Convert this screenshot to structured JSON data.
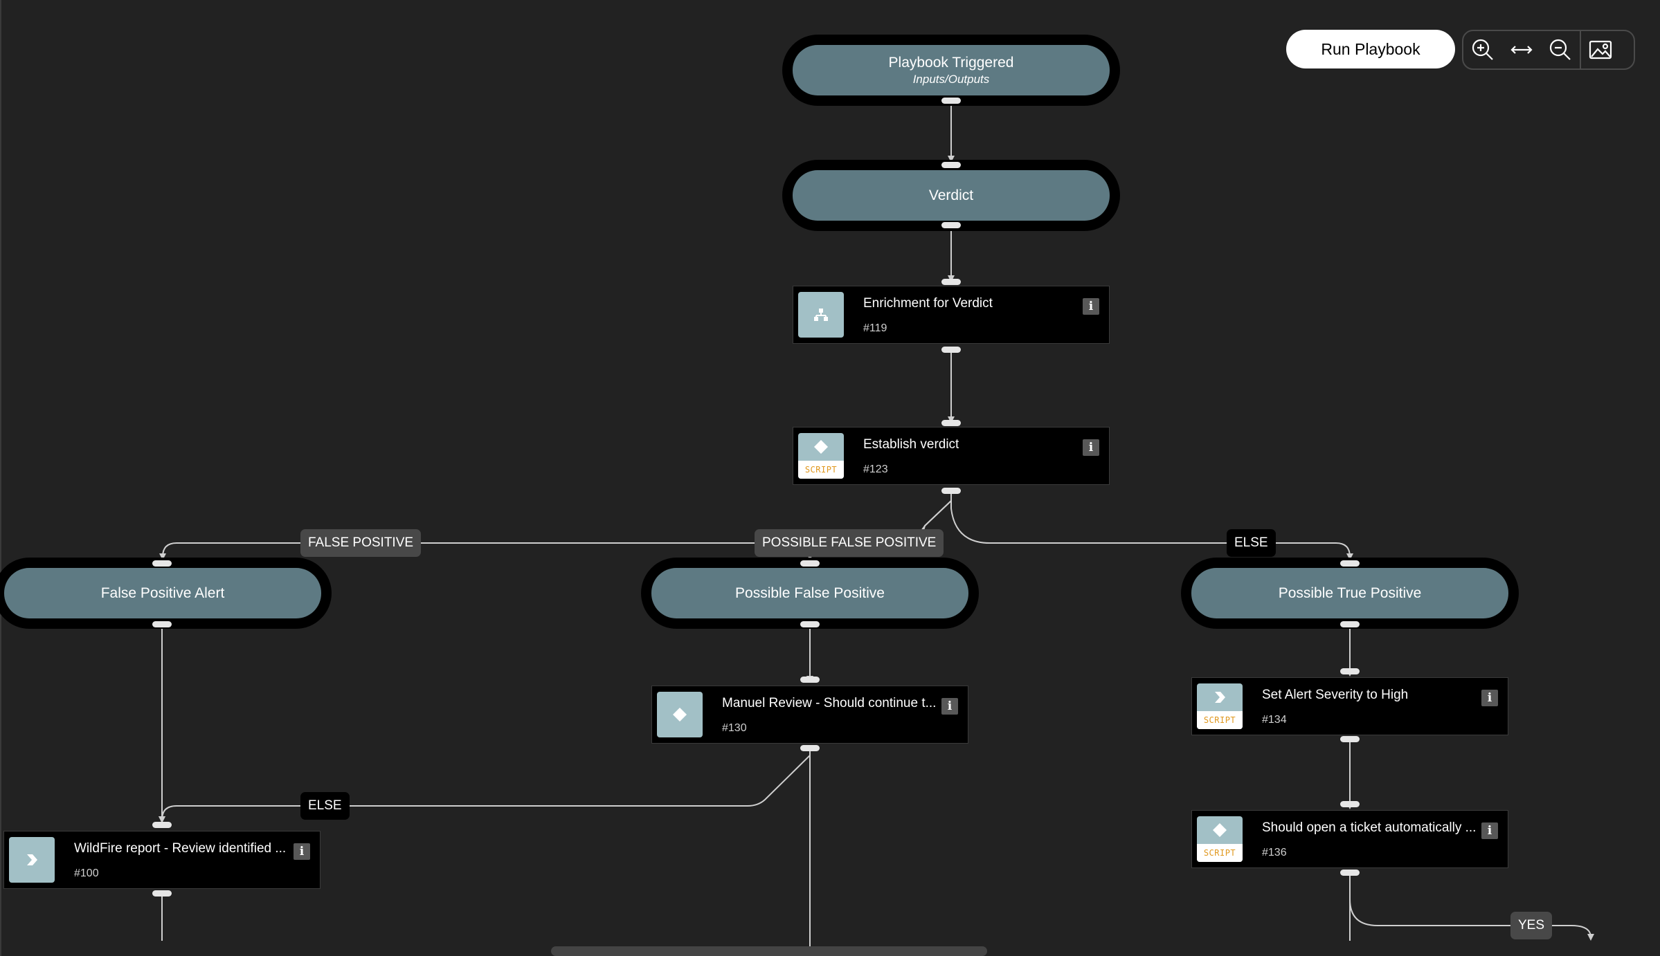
{
  "toolbar": {
    "run_label": "Run Playbook",
    "tools": [
      "zoom-in-icon",
      "fit-width-icon",
      "zoom-out-icon",
      "export-image-icon"
    ]
  },
  "sections": {
    "triggered": {
      "title": "Playbook Triggered",
      "subtitle": "Inputs/Outputs"
    },
    "verdict": {
      "title": "Verdict"
    },
    "false_positive_alert": {
      "title": "False Positive Alert"
    },
    "possible_false_positive": {
      "title": "Possible False Positive"
    },
    "possible_true_positive": {
      "title": "Possible True Positive"
    }
  },
  "tasks": {
    "enrichment": {
      "name": "Enrichment for Verdict",
      "id": "#119",
      "icon": "sub-playbook-icon"
    },
    "establish": {
      "name": "Establish verdict",
      "id": "#123",
      "icon": "condition-script-icon",
      "badge": "SCRIPT"
    },
    "manual_review": {
      "name": "Manuel Review - Should continue t...",
      "id": "#130",
      "icon": "condition-icon"
    },
    "set_severity": {
      "name": "Set Alert Severity to High",
      "id": "#134",
      "icon": "action-script-icon",
      "badge": "SCRIPT"
    },
    "open_ticket": {
      "name": "Should open a ticket automatically ...",
      "id": "#136",
      "icon": "condition-script-icon",
      "badge": "SCRIPT"
    },
    "wildfire": {
      "name": "WildFire report - Review identified ...",
      "id": "#100",
      "icon": "action-icon"
    }
  },
  "edge_labels": {
    "false_positive": "FALSE POSITIVE",
    "possible_false_positive": "POSSIBLE FALSE POSITIVE",
    "else_right": "ELSE",
    "else_left": "ELSE",
    "yes": "YES"
  },
  "colors": {
    "background": "#222222",
    "section_fill": "#5e7a83",
    "icon_fill": "#a2c0c6",
    "edge": "#cfcfcf",
    "script_badge": "#e0981e"
  }
}
